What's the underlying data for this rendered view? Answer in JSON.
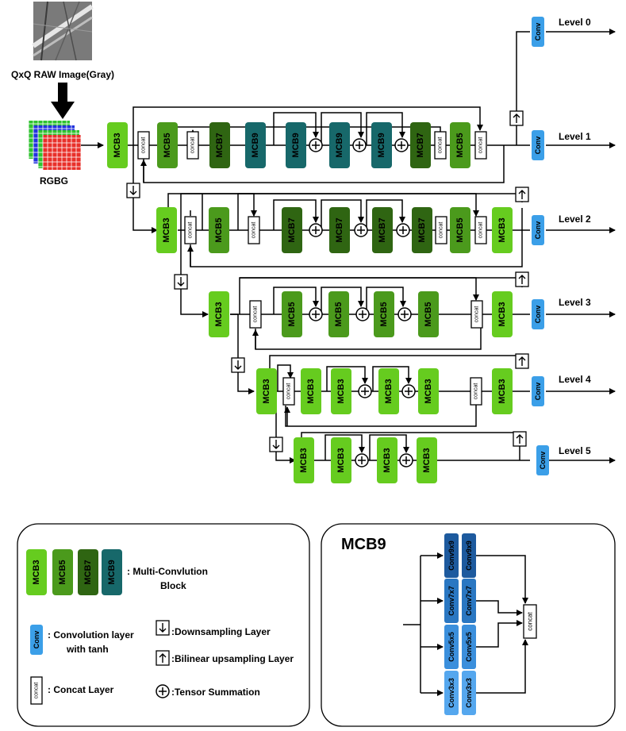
{
  "input": {
    "caption": "QxQ RAW Image(Gray)",
    "rgbg_label": "RGBG"
  },
  "blocks": {
    "mcb3": "MCB3",
    "mcb5": "MCB5",
    "mcb7": "MCB7",
    "mcb9": "MCB9",
    "conv": "Conv",
    "concat": "concat"
  },
  "levels": [
    "Level 0",
    "Level 1",
    "Level 2",
    "Level 3",
    "Level 4",
    "Level 5"
  ],
  "legend": {
    "mcb_desc_line1": ": Multi-Convlution",
    "mcb_desc_line2": "Block",
    "conv_desc_line1": ": Convolution layer",
    "conv_desc_line2": "with tanh",
    "concat_desc": ": Concat Layer",
    "down_desc": ":Downsampling Layer",
    "up_desc": ":Bilinear upsampling Layer",
    "sum_desc": ":Tensor Summation"
  },
  "mcb9_detail": {
    "title": "MCB9",
    "conv9": "Conv9x9",
    "conv7": "Conv7x7",
    "conv5": "Conv5x5",
    "conv3": "Conv3x3",
    "concat": "concat"
  },
  "colors": {
    "mcb3": "#66cc1f",
    "mcb5": "#4b9a1c",
    "mcb7": "#2f6512",
    "mcb9": "#17686a",
    "conv": "#3b9fe8",
    "conv9": "#1d5a9e",
    "conv7": "#2a77c2",
    "conv5": "#3b8fdc",
    "conv3": "#55a7ee",
    "line": "#000000"
  }
}
